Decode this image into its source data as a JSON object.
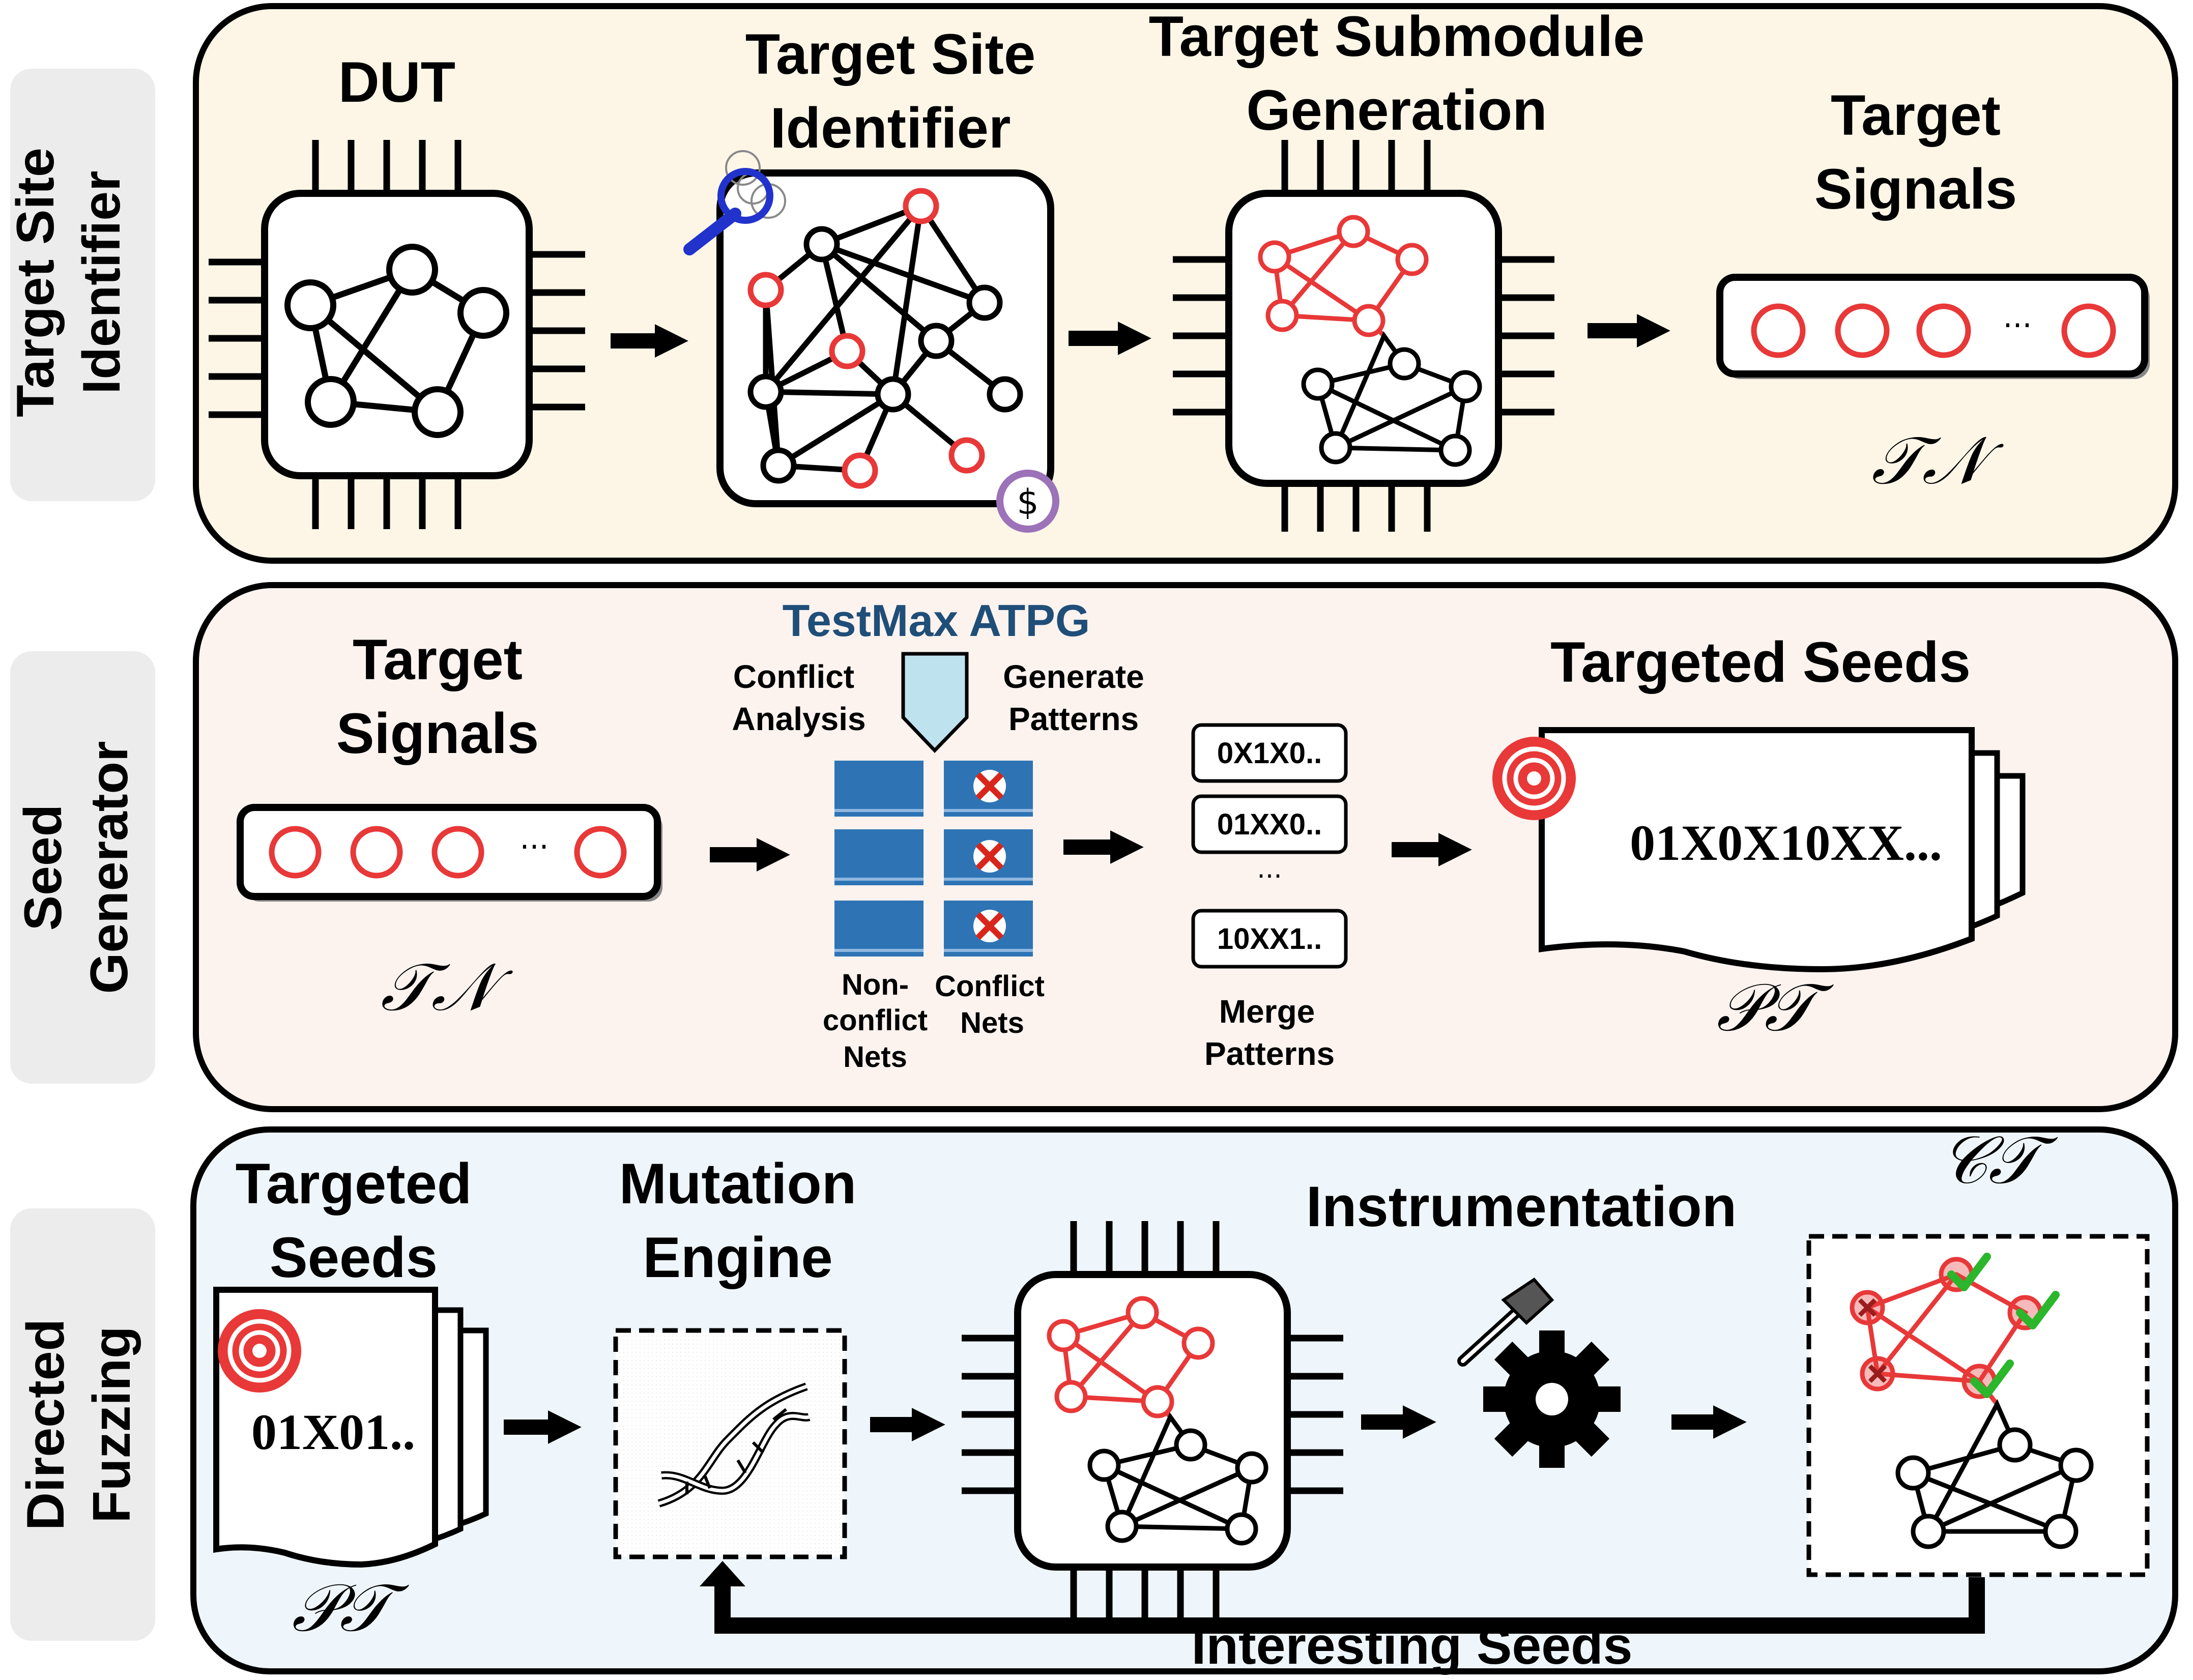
{
  "sections": {
    "identifier": {
      "tab_label_1": "Target Site",
      "tab_label_2": "Identifier",
      "dut_title": "DUT",
      "tsi_title_1": "Target Site",
      "tsi_title_2": "Identifier",
      "tsg_title_1": "Target Submodule",
      "tsg_title_2": "Generation",
      "signals_title_1": "Target",
      "signals_title_2": "Signals",
      "signals_symbol": "𝒯𝒩",
      "ellipsis": "···",
      "dollar": "$"
    },
    "seed": {
      "tab_label_1": "Seed",
      "tab_label_2": "Generator",
      "signals_title_1": "Target",
      "signals_title_2": "Signals",
      "signals_symbol": "𝒯𝒩",
      "ellipsis": "···",
      "tool_title": "TestMax ATPG",
      "conflict_analysis_1": "Conflict",
      "conflict_analysis_2": "Analysis",
      "generate_patterns_1": "Generate",
      "generate_patterns_2": "Patterns",
      "nonconflict_1": "Non-",
      "nonconflict_2": "conflict",
      "nonconflict_3": "Nets",
      "conflict_nets_1": "Conflict",
      "conflict_nets_2": "Nets",
      "patterns": [
        "0X1X0..",
        "01XX0..",
        "10XX1.."
      ],
      "patterns_ellipsis": "···",
      "merge_1": "Merge",
      "merge_2": "Patterns",
      "targeted_seeds_title": "Targeted Seeds",
      "seed_text": "01X0X10XX...",
      "seeds_symbol": "𝒫𝒯"
    },
    "fuzzing": {
      "tab_label_1": "Directed",
      "tab_label_2": "Fuzzing",
      "targeted_1": "Targeted",
      "targeted_2": "Seeds",
      "seed_text": "01X01..",
      "seeds_symbol": "𝒫𝒯",
      "mutation_1": "Mutation",
      "mutation_2": "Engine",
      "instrumentation": "Instrumentation",
      "coverage_symbol": "𝒞𝒯",
      "interesting_seeds": "Interesting Seeds"
    }
  },
  "colors": {
    "panel1_bg": "#fdf6e7",
    "panel2_bg": "#fcf3ef",
    "panel3_bg": "#eff6fb",
    "tab_bg": "#ececec",
    "red": "#e83838",
    "blue_title": "#1f4e79",
    "net_blue": "#2e74b5",
    "check_green": "#2bb62b"
  }
}
